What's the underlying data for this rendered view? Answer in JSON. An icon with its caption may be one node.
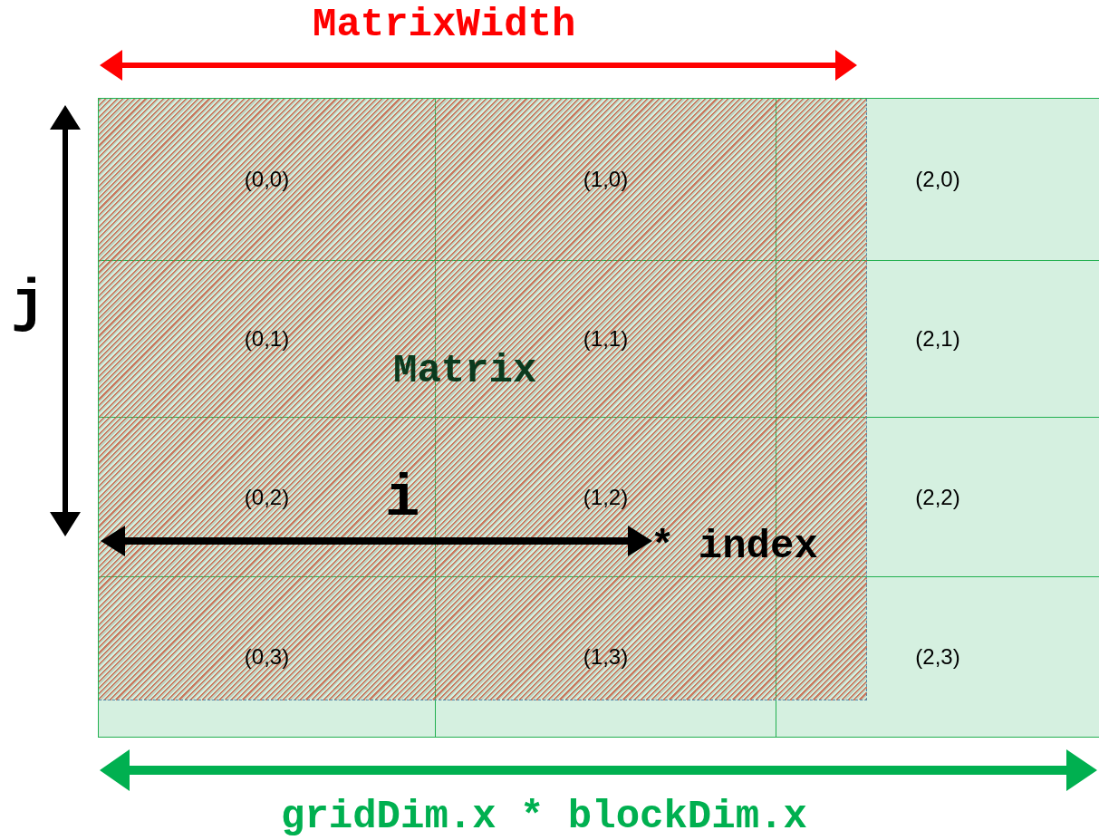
{
  "diagram": {
    "nodes": [
      {
        "text": [
          "(0,0)"
        ]
      },
      {
        "text": [
          "(1,0)"
        ]
      },
      {
        "text": [
          "(2,0)"
        ]
      },
      {
        "text": [
          "(0,1)"
        ]
      },
      {
        "text": [
          "(1,1)"
        ]
      },
      {
        "text": [
          "(2,1)"
        ]
      },
      {
        "text": [
          "(0,2)"
        ]
      },
      {
        "text": [
          "(1,2)"
        ]
      },
      {
        "text": [
          "(2,2)"
        ]
      },
      {
        "text": [
          "(0,3)"
        ]
      },
      {
        "text": [
          "(1,3)"
        ]
      },
      {
        "text": [
          "(2,3)"
        ]
      }
    ],
    "labels": [
      "MatrixWidth",
      "j",
      "Matrix",
      "i",
      "* index",
      "gridDim.x * blockDim.x"
    ]
  }
}
